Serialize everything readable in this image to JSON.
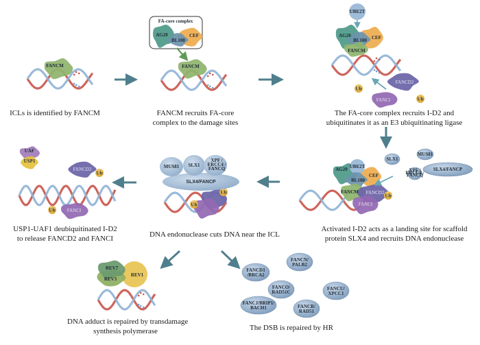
{
  "colors": {
    "arrow": "#4f7f8c",
    "dna_red": "#c8544a",
    "dna_blue": "#8fb3d6",
    "fancm": "#8fb56e",
    "ag20": "#4f9a8a",
    "bl100": "#6d93ae",
    "cef": "#eeac50",
    "ube2t": "#9fbcd8",
    "fancd2": "#6b64a8",
    "fanci": "#9268b3",
    "ub": "#e9b33f",
    "hr_protein": "#8ea9c6",
    "endonuclease": "#a9c2dc",
    "usp1": "#e6c23d",
    "uaf": "#a27dbb",
    "rev7": "#6a9a6e",
    "rev3": "#8fae62",
    "rev1": "#e8c556"
  },
  "steps": [
    {
      "id": "step1",
      "caption": [
        "ICLs is identified by FANCM"
      ]
    },
    {
      "id": "step2",
      "caption": [
        "FANCM recruits FA-core",
        "complex to the damage sites"
      ]
    },
    {
      "id": "step3",
      "caption": [
        "The FA-core complex recruits I-D2 and",
        "ubiquitinates it as an E3 ubiquitinating ligase"
      ]
    },
    {
      "id": "step4",
      "caption": [
        "Activated I-D2 acts as a landing site for scaffold",
        "protein SLX4 and recruits DNA endonuclease"
      ]
    },
    {
      "id": "step5",
      "caption": [
        "DNA endonuclease cuts DNA near the ICL"
      ]
    },
    {
      "id": "step6",
      "caption": [
        "USP1-UAF1 deubiquitinated I-D2",
        "to release FANCD2 and FANCI"
      ]
    },
    {
      "id": "step7",
      "caption": [
        "DNA adduct is repaired by transdamage",
        "synthesis polymerase"
      ]
    },
    {
      "id": "step8",
      "caption": [
        "The DSB is repaired by HR"
      ]
    }
  ],
  "labels": {
    "fancm": "FANCM",
    "fa_core_title": "FA-core complex",
    "ag20": "AG20",
    "bl100": "BL100",
    "cef": "CEF",
    "ube2t": "UBE2T",
    "fancd2": "FANCD2",
    "fanci": "FANCI",
    "ub": "Ub",
    "slx1": "SLX1",
    "mus81": "MUS81",
    "xpf": [
      "XPF /",
      "ERCC4 /",
      "FANCQ"
    ],
    "slx4": "SLX4/FANCP",
    "uaf": "UAF",
    "usp1": "USP1",
    "rev7": "REV7",
    "rev3": "REV3",
    "rev1": "REV1"
  },
  "hr_proteins": [
    [
      "FANCD1",
      "/BRCA2"
    ],
    [
      "FANCN/",
      "PALB2"
    ],
    [
      "FANCO/",
      "RAD51C"
    ],
    [
      "FANCU/",
      "XPCC1"
    ],
    [
      "FANCJ/BRIP1/",
      "BACH1"
    ],
    [
      "FANCR/",
      "RAD51"
    ]
  ]
}
